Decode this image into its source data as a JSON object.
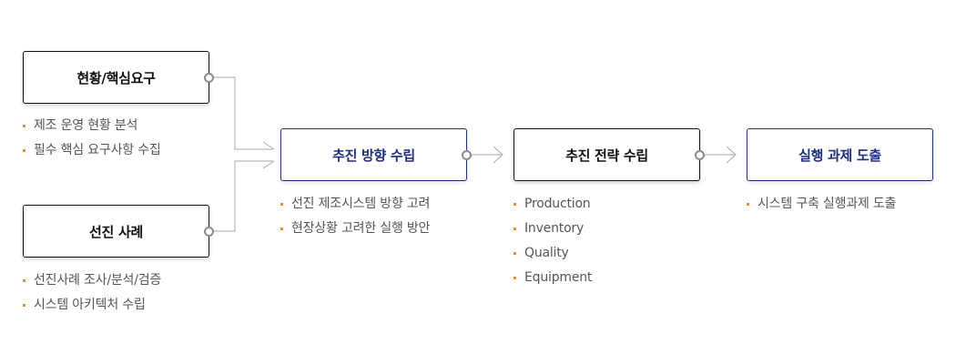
{
  "nodes": {
    "current_status": {
      "title": "현황/핵심요구",
      "items": [
        "제조 운영 현황 분석",
        "필수 핵심 요구사항 수집"
      ]
    },
    "benchmark": {
      "title": "선진 사례",
      "items": [
        "선진사례 조사/분석/검증",
        "시스템 아키텍처 수립"
      ]
    },
    "direction": {
      "title": "추진 방향 수립",
      "items": [
        "선진 제조시스템 방향 고려",
        "현장상황 고려한 실행 방안"
      ]
    },
    "strategy": {
      "title": "추진 전략 수립",
      "items": [
        "Production",
        "Inventory",
        "Quality",
        "Equipment"
      ]
    },
    "tasks": {
      "title": "실행 과제 도출",
      "items": [
        "시스템 구축 실행과제 도출"
      ]
    }
  },
  "colors": {
    "dark_border": "#111111",
    "navy_border": "#1f2f7a",
    "connector": "#aaaaaa",
    "port": "#8c8c8c",
    "bullet": "#f28c28",
    "item_text": "#555555"
  }
}
